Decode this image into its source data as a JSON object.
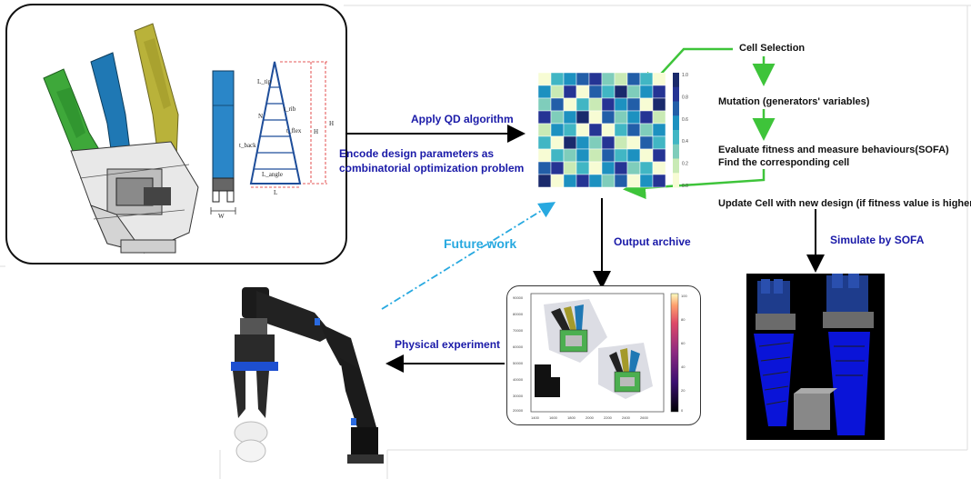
{
  "design_panel": {
    "dimension_labels": {
      "l_tip": "L_tip",
      "n": "N",
      "t_rib": "t_rib",
      "t_flex": "t_flex",
      "t_back": "t_back",
      "l_angle": "L_angle",
      "h": "H",
      "l": "L",
      "w": "W"
    }
  },
  "labels": {
    "apply_qd": "Apply QD algorithm",
    "encode_line1": "Encode design parameters as",
    "encode_line2": "combinatorial optimization problem",
    "output_archive": "Output archive",
    "future_work": "Future work",
    "physical_experiment": "Physical experiment",
    "simulate_by_sofa": "Simulate by SOFA"
  },
  "qd_loop": {
    "cell_selection": "Cell Selection",
    "mutation": "Mutation (generators' variables)",
    "evaluate_line1": "Evaluate fitness and measure behaviours(SOFA)",
    "evaluate_line2": "Find the corresponding cell",
    "update": "Update Cell with new design (if fitness value is higher)"
  },
  "heatmap": {
    "colorbar_ticks": [
      "1.0",
      "0.8",
      "0.6",
      "0.4",
      "0.2",
      "0.0"
    ],
    "colors": [
      "#f7fcd4",
      "#c9eab5",
      "#7fcdbb",
      "#41b6c4",
      "#1d91c0",
      "#225ea8",
      "#253494",
      "#1a2a6c"
    ]
  },
  "archive_plot": {
    "colorbar_ticks": [
      "100",
      "80",
      "60",
      "40",
      "20",
      "0"
    ]
  }
}
